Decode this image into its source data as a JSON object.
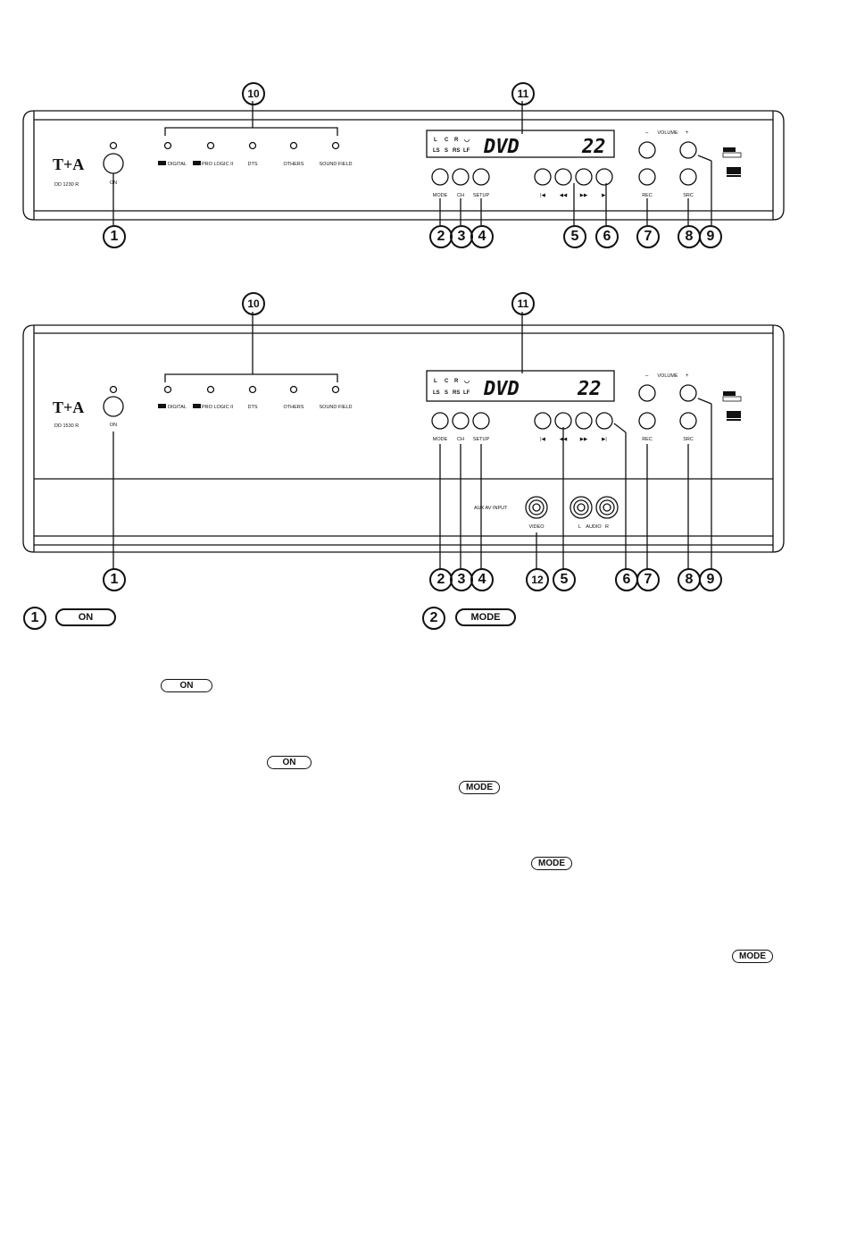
{
  "brand": "T+A",
  "unit1": {
    "model": "DD 1230 R",
    "on_label": "ON",
    "leds": [
      "DIGITAL",
      "PRO LOGIC II",
      "DTS",
      "OTHERS",
      "SOUND FIELD"
    ],
    "display": {
      "ch_row1": [
        "L",
        "C",
        "R",
        "◡"
      ],
      "ch_row2": [
        "LS",
        "S",
        "RS",
        "LF"
      ],
      "source": "DVD",
      "number": "22"
    },
    "buttons": [
      "MODE",
      "CH",
      "SETUP",
      "REC",
      "SRC"
    ],
    "transport": [
      "|◀",
      "◀◀",
      "▶▶",
      "▶|"
    ],
    "volume": {
      "label": "VOLUME",
      "minus": "–",
      "plus": "+"
    },
    "callouts_top": [
      "10",
      "11"
    ],
    "callouts_bottom": [
      "1",
      "2",
      "3",
      "4",
      "5",
      "6",
      "7",
      "8",
      "9"
    ]
  },
  "unit2": {
    "model": "DD 1530 R",
    "on_label": "ON",
    "leds": [
      "DIGITAL",
      "PRO LOGIC II",
      "DTS",
      "OTHERS",
      "SOUND FIELD"
    ],
    "display": {
      "ch_row1": [
        "L",
        "C",
        "R",
        "◡"
      ],
      "ch_row2": [
        "LS",
        "S",
        "RS",
        "LF"
      ],
      "source": "DVD",
      "number": "22"
    },
    "buttons": [
      "MODE",
      "CH",
      "SETUP",
      "REC",
      "SRC"
    ],
    "transport": [
      "|◀",
      "◀◀",
      "▶▶",
      "▶|"
    ],
    "volume": {
      "label": "VOLUME",
      "minus": "–",
      "plus": "+"
    },
    "aux": {
      "label": "AUX AV INPUT",
      "video": "VIDEO",
      "left": "L",
      "audio": "AUDIO",
      "right": "R"
    },
    "callouts_top": [
      "10",
      "11"
    ],
    "callouts_bottom": [
      "1",
      "2",
      "3",
      "4",
      "12",
      "5",
      "6",
      "7",
      "8",
      "9"
    ]
  },
  "section1": {
    "number": "1",
    "key": "ON",
    "inline_keys": [
      "ON",
      "ON"
    ]
  },
  "section2": {
    "number": "2",
    "key": "MODE",
    "inline_keys": [
      "MODE",
      "MODE",
      "MODE"
    ]
  }
}
